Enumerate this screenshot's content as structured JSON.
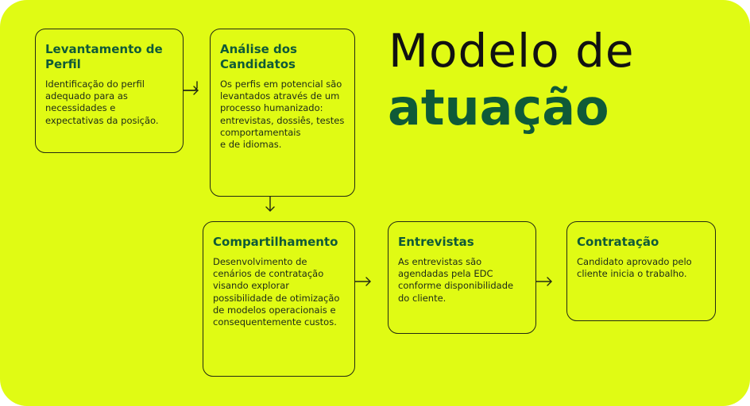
{
  "heading": {
    "line1": "Modelo de",
    "line2": "atuação"
  },
  "colors": {
    "background": "#e0fb14",
    "title_green": "#0f5a38",
    "border": "#222a12"
  },
  "steps": [
    {
      "title": "Levantamento de Perfil",
      "text": "Identificação do perfil adequado para as necessidades e expectativas da posição."
    },
    {
      "title": "Análise dos Candidatos",
      "text": "Os perfis em potencial são levantados através de um processo humanizado: entrevistas, dossiês, testes comportamentais\ne de idiomas."
    },
    {
      "title": "Compartilhamento",
      "text": "Desenvolvimento de cenários de contratação visando explorar possibilidade de otimização de modelos operacionais e consequentemente custos."
    },
    {
      "title": "Entrevistas",
      "text": "As entrevistas são agendadas pela EDC conforme disponibilidade do cliente."
    },
    {
      "title": "Contratação",
      "text": "Candidato aprovado pelo cliente inicia o trabalho."
    }
  ]
}
